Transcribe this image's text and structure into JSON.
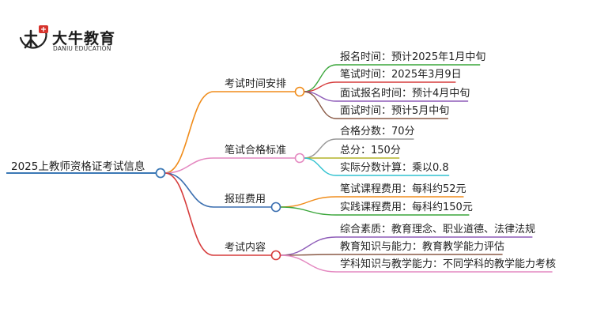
{
  "logo": {
    "title": "大牛教育",
    "subtitle": "DANIU EDUCATION",
    "mark_glyph": "大牛",
    "accent_color": "#d6332c"
  },
  "root": {
    "label": "2025上教师资格证考试信息",
    "color": "#3b78b5"
  },
  "branches": [
    {
      "label": "考试时间安排",
      "color": "#f08c1a",
      "leaves": [
        {
          "label": "报名时间：预计2025年1月中旬",
          "color": "#3aa63a"
        },
        {
          "label": "笔试时间：2025年3月9日",
          "color": "#d63c3c"
        },
        {
          "label": "面试报名时间：预计4月中旬",
          "color": "#8e5cb8"
        },
        {
          "label": "面试时间：预计5月中旬",
          "color": "#8a5a46"
        }
      ]
    },
    {
      "label": "笔试合格标准",
      "color": "#e488c0",
      "leaves": [
        {
          "label": "合格分数：70分",
          "color": "#999999"
        },
        {
          "label": "总分：150分",
          "color": "#b4b42a"
        },
        {
          "label": "实际分数计算：乘以0.8",
          "color": "#30c2d0"
        }
      ]
    },
    {
      "label": "报班费用",
      "color": "#3b6fb0",
      "leaves": [
        {
          "label": "笔试课程费用：每科约52元",
          "color": "#f08c1a"
        },
        {
          "label": "实践课程费用：每科约150元",
          "color": "#3aa63a"
        }
      ]
    },
    {
      "label": "考试内容",
      "color": "#d63c3c",
      "leaves": [
        {
          "label": "综合素质：教育理念、职业道德、法律法规",
          "color": "#8e5cb8"
        },
        {
          "label": "教育知识与能力：教育教学能力评估",
          "color": "#8a5a46"
        },
        {
          "label": "学科知识与教学能力：不同学科的教学能力考核",
          "color": "#e488c0"
        }
      ]
    }
  ]
}
